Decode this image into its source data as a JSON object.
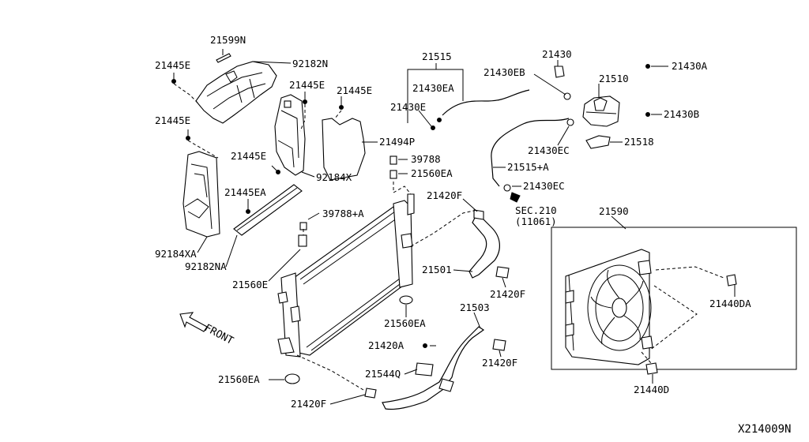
{
  "diagram": {
    "figure_code": "X214009N",
    "front_label": "FRONT",
    "part_labels": {
      "p21599N": "21599N",
      "p92182N": "92182N",
      "p21445E_a": "21445E",
      "p21445E_b": "21445E",
      "p21445E_c": "21445E",
      "p21445E_d": "21445E",
      "p21445E_e": "21445E",
      "p21494P": "21494P",
      "p92184X": "92184X",
      "p21445EA": "21445EA",
      "p92184XA": "92184XA",
      "p92182NA": "92182NA",
      "p21560E": "21560E",
      "p39788": "39788",
      "p21560EA_a": "21560EA",
      "p39788A": "39788+A",
      "p21515": "21515",
      "p21430EA": "21430EA",
      "p21430E": "21430E",
      "p21430EB": "21430EB",
      "p21430": "21430",
      "p21430A": "21430A",
      "p21510": "21510",
      "p21430B": "21430B",
      "p21430EC_a": "21430EC",
      "p21518": "21518",
      "p21515A": "21515+A",
      "p21430EC_b": "21430EC",
      "sec210": "SEC.210",
      "sec210_sub": "(11061)",
      "p21420F_a": "21420F",
      "p21590": "21590",
      "p21501": "21501",
      "p21420F_b": "21420F",
      "p21440DA": "21440DA",
      "p21560EA_b": "21560EA",
      "p21503": "21503",
      "p21420A": "21420A",
      "p21420F_c": "21420F",
      "p21544Q": "21544Q",
      "p21440D": "21440D",
      "p21560EA_c": "21560EA",
      "p21420F_d": "21420F"
    }
  }
}
